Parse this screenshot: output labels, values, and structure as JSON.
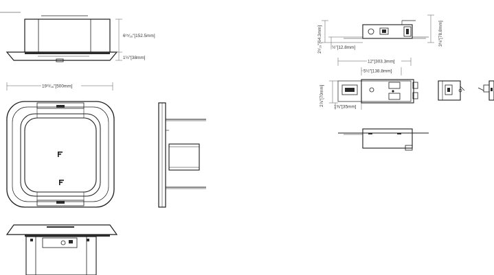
{
  "dimensions": {
    "front_height": "6¹⁵⁄₁₆\"[152.5mm]",
    "front_base": "1½\"[38mm]",
    "plan_width": "19¹¹⁄₁₆\"[500mm]",
    "driver_top_height": "2⁹⁄₁₆\"[64.3mm]",
    "driver_top_offset": "½\"[12.8mm]",
    "driver_right_height": "3⅛\"[78.8mm]",
    "driver_length": "12\"[303.3mm]",
    "driver_inner_length": "5½\"[138.8mm]",
    "driver_side_height": "2⅞\"[70mm]",
    "driver_side_offset": "1⅜\"[35mm]"
  },
  "colors": {
    "line": "#1a1a1a",
    "dimension": "#555555",
    "fill_dark": "#2b2b2b"
  }
}
